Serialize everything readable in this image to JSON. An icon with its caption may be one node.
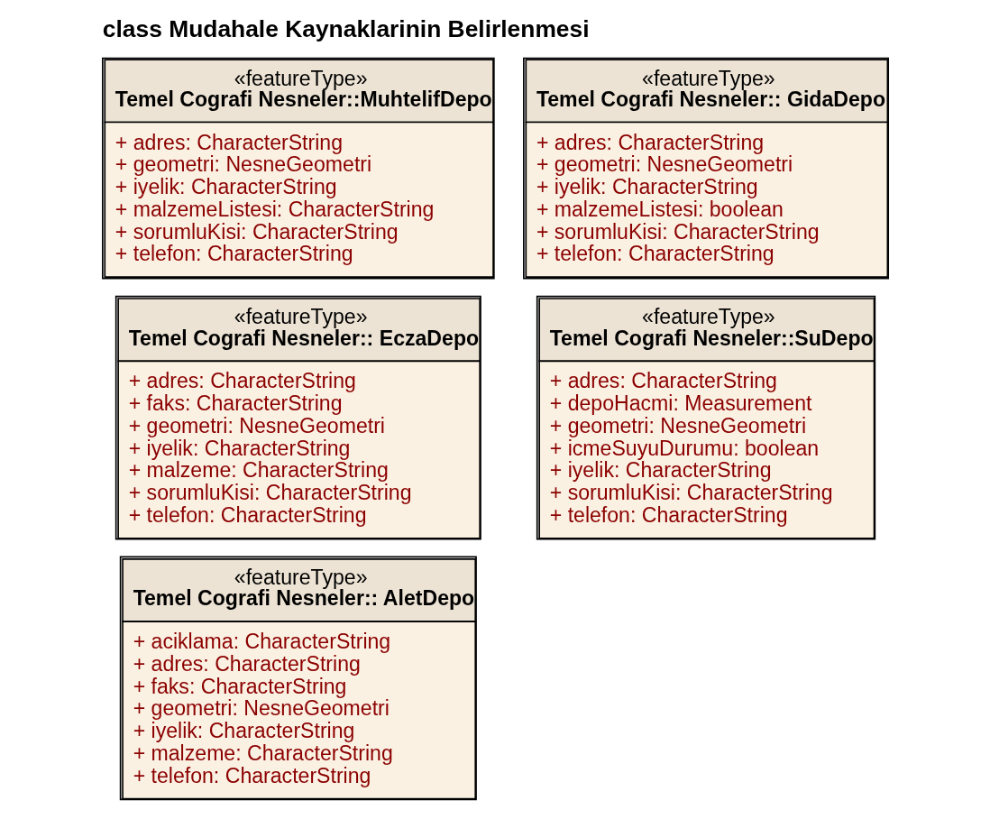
{
  "diagram": {
    "title": "class Mudahale Kaynaklarinin Belirlenmesi",
    "nodes": [
      {
        "text": [
          "«featureType»",
          "Temel Cografi Nesneler:: EczaDepo",
          "+ adres: CharacterString",
          "+ faks: CharacterString",
          "+ geometri: NesneGeometri",
          "+ iyelik: CharacterString",
          "+ malzeme: CharacterString",
          "+ sorumluKisi: CharacterString",
          "+ telefon: CharacterString"
        ]
      },
      {
        "text": [
          "«featureType»",
          "Temel Cografi Nesneler:: AletDepo",
          "+ aciklama: CharacterString",
          "+ adres: CharacterString",
          "+ faks: CharacterString",
          "+ geometri: NesneGeometri",
          "+ iyelik: CharacterString",
          "+ malzeme: CharacterString",
          "+ telefon: CharacterString"
        ]
      },
      {
        "text": [
          "«featureType»",
          "Temel Cografi Nesneler::SuDepo",
          "+ adres: CharacterString",
          "+ depoHacmi: Measurement",
          "+ geometri: NesneGeometri",
          "+ icmeSuyuDurumu: boolean",
          "+ iyelik: CharacterString",
          "+ sorumluKisi: CharacterString",
          "+ telefon: CharacterString"
        ]
      },
      {
        "text": [
          "«featureType»",
          "Temel Cografi Nesneler:: GidaDepo",
          "+ adres: CharacterString",
          "+ geometri: NesneGeometri",
          "+ iyelik: CharacterString",
          "+ malzemeListesi: boolean",
          "+ sorumluKisi: CharacterString",
          "+ telefon: CharacterString"
        ]
      },
      {
        "text": [
          "«featureType»",
          "Temel Cografi Nesneler::MuhtelifDepo",
          "+ adres: CharacterString",
          "+ geometri: NesneGeometri",
          "+ iyelik: CharacterString",
          "+ malzemeListesi: CharacterString",
          "+ sorumluKisi: CharacterString",
          "+ telefon: CharacterString"
        ]
      }
    ],
    "edges": []
  }
}
